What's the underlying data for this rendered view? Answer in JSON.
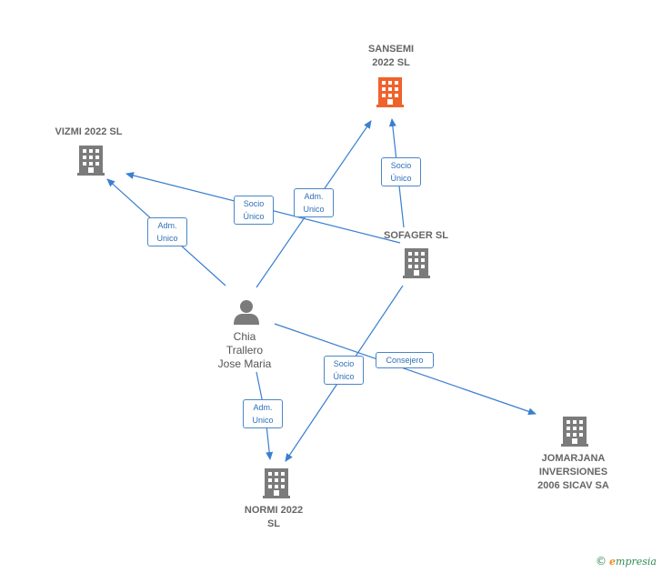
{
  "colors": {
    "edge": "#3a7fd0",
    "building": "#7b7b7b",
    "focus_building": "#f0622c",
    "person": "#7b7b7b"
  },
  "nodes": {
    "sansemi": {
      "label": "SANSEMI\n2022  SL",
      "icon": "building-icon-highlighted"
    },
    "vizmi": {
      "label": "VIZMI 2022  SL",
      "icon": "building-icon"
    },
    "sofager": {
      "label": "SOFAGER SL",
      "icon": "building-icon"
    },
    "chia": {
      "label": "Chia\nTrallero\nJose Maria",
      "icon": "person-icon"
    },
    "normi": {
      "label": "NORMI 2022\nSL",
      "icon": "building-icon"
    },
    "jomarjana": {
      "label": "JOMARJANA\nINVERSIONES\n2006 SICAV SA",
      "icon": "building-icon"
    }
  },
  "edges": {
    "chia_vizmi": "Adm.\nUnico",
    "chia_sansemi": "Adm.\nUnico",
    "sofager_vizmi": "Socio\nÚnico",
    "sofager_sansemi": "Socio\nÚnico",
    "sofager_normi": "Socio\nÚnico",
    "chia_normi": "Adm.\nUnico",
    "chia_jomarjana": "Consejero"
  },
  "brand": {
    "copyright": "©",
    "initial": "e",
    "rest": "mpresia"
  }
}
